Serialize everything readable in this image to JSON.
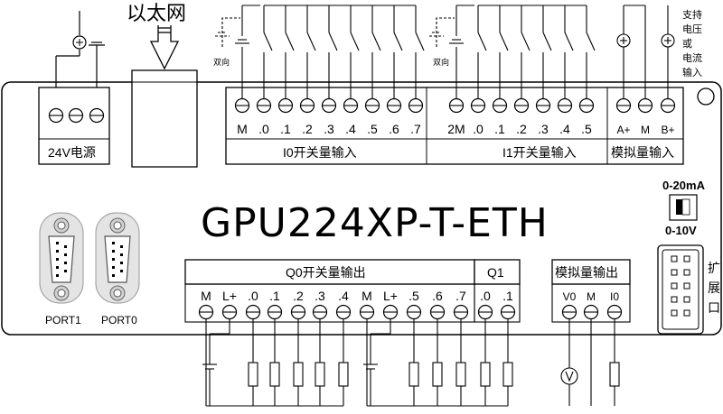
{
  "title": "GPU224XP-T-ETH",
  "ethernet_label": "以太网",
  "power": {
    "label": "24V电源"
  },
  "i0": {
    "label": "I0开关量输入",
    "terminals": [
      "M",
      ".0",
      ".1",
      ".2",
      ".3",
      ".4",
      ".5",
      ".6",
      ".7"
    ],
    "switch_note": "双向"
  },
  "i1": {
    "label": "I1开关量输入",
    "terminals": [
      "2M",
      ".0",
      ".1",
      ".2",
      ".3",
      ".4",
      ".5"
    ],
    "switch_note": "双向"
  },
  "ai": {
    "label": "模拟量输入",
    "terminals": [
      "A+",
      "M",
      "B+"
    ]
  },
  "side_note": [
    "支持",
    "电压",
    "或",
    "电流",
    "输入"
  ],
  "q0": {
    "label": "Q0开关量输出",
    "terminals": [
      "M",
      "L+",
      ".0",
      ".1",
      ".2",
      ".3",
      ".4",
      "M",
      "L+",
      ".5",
      ".6",
      ".7"
    ]
  },
  "q1": {
    "label": "Q1",
    "terminals": [
      ".0",
      ".1"
    ]
  },
  "ao": {
    "label": "模拟量输出",
    "terminals": [
      "V0",
      "M",
      "I0"
    ]
  },
  "dip": {
    "top": "0-20mA",
    "bottom": "0-10V"
  },
  "expansion": {
    "label": [
      "扩",
      "展",
      "口"
    ]
  },
  "ports": [
    "PORT1",
    "PORT0"
  ]
}
